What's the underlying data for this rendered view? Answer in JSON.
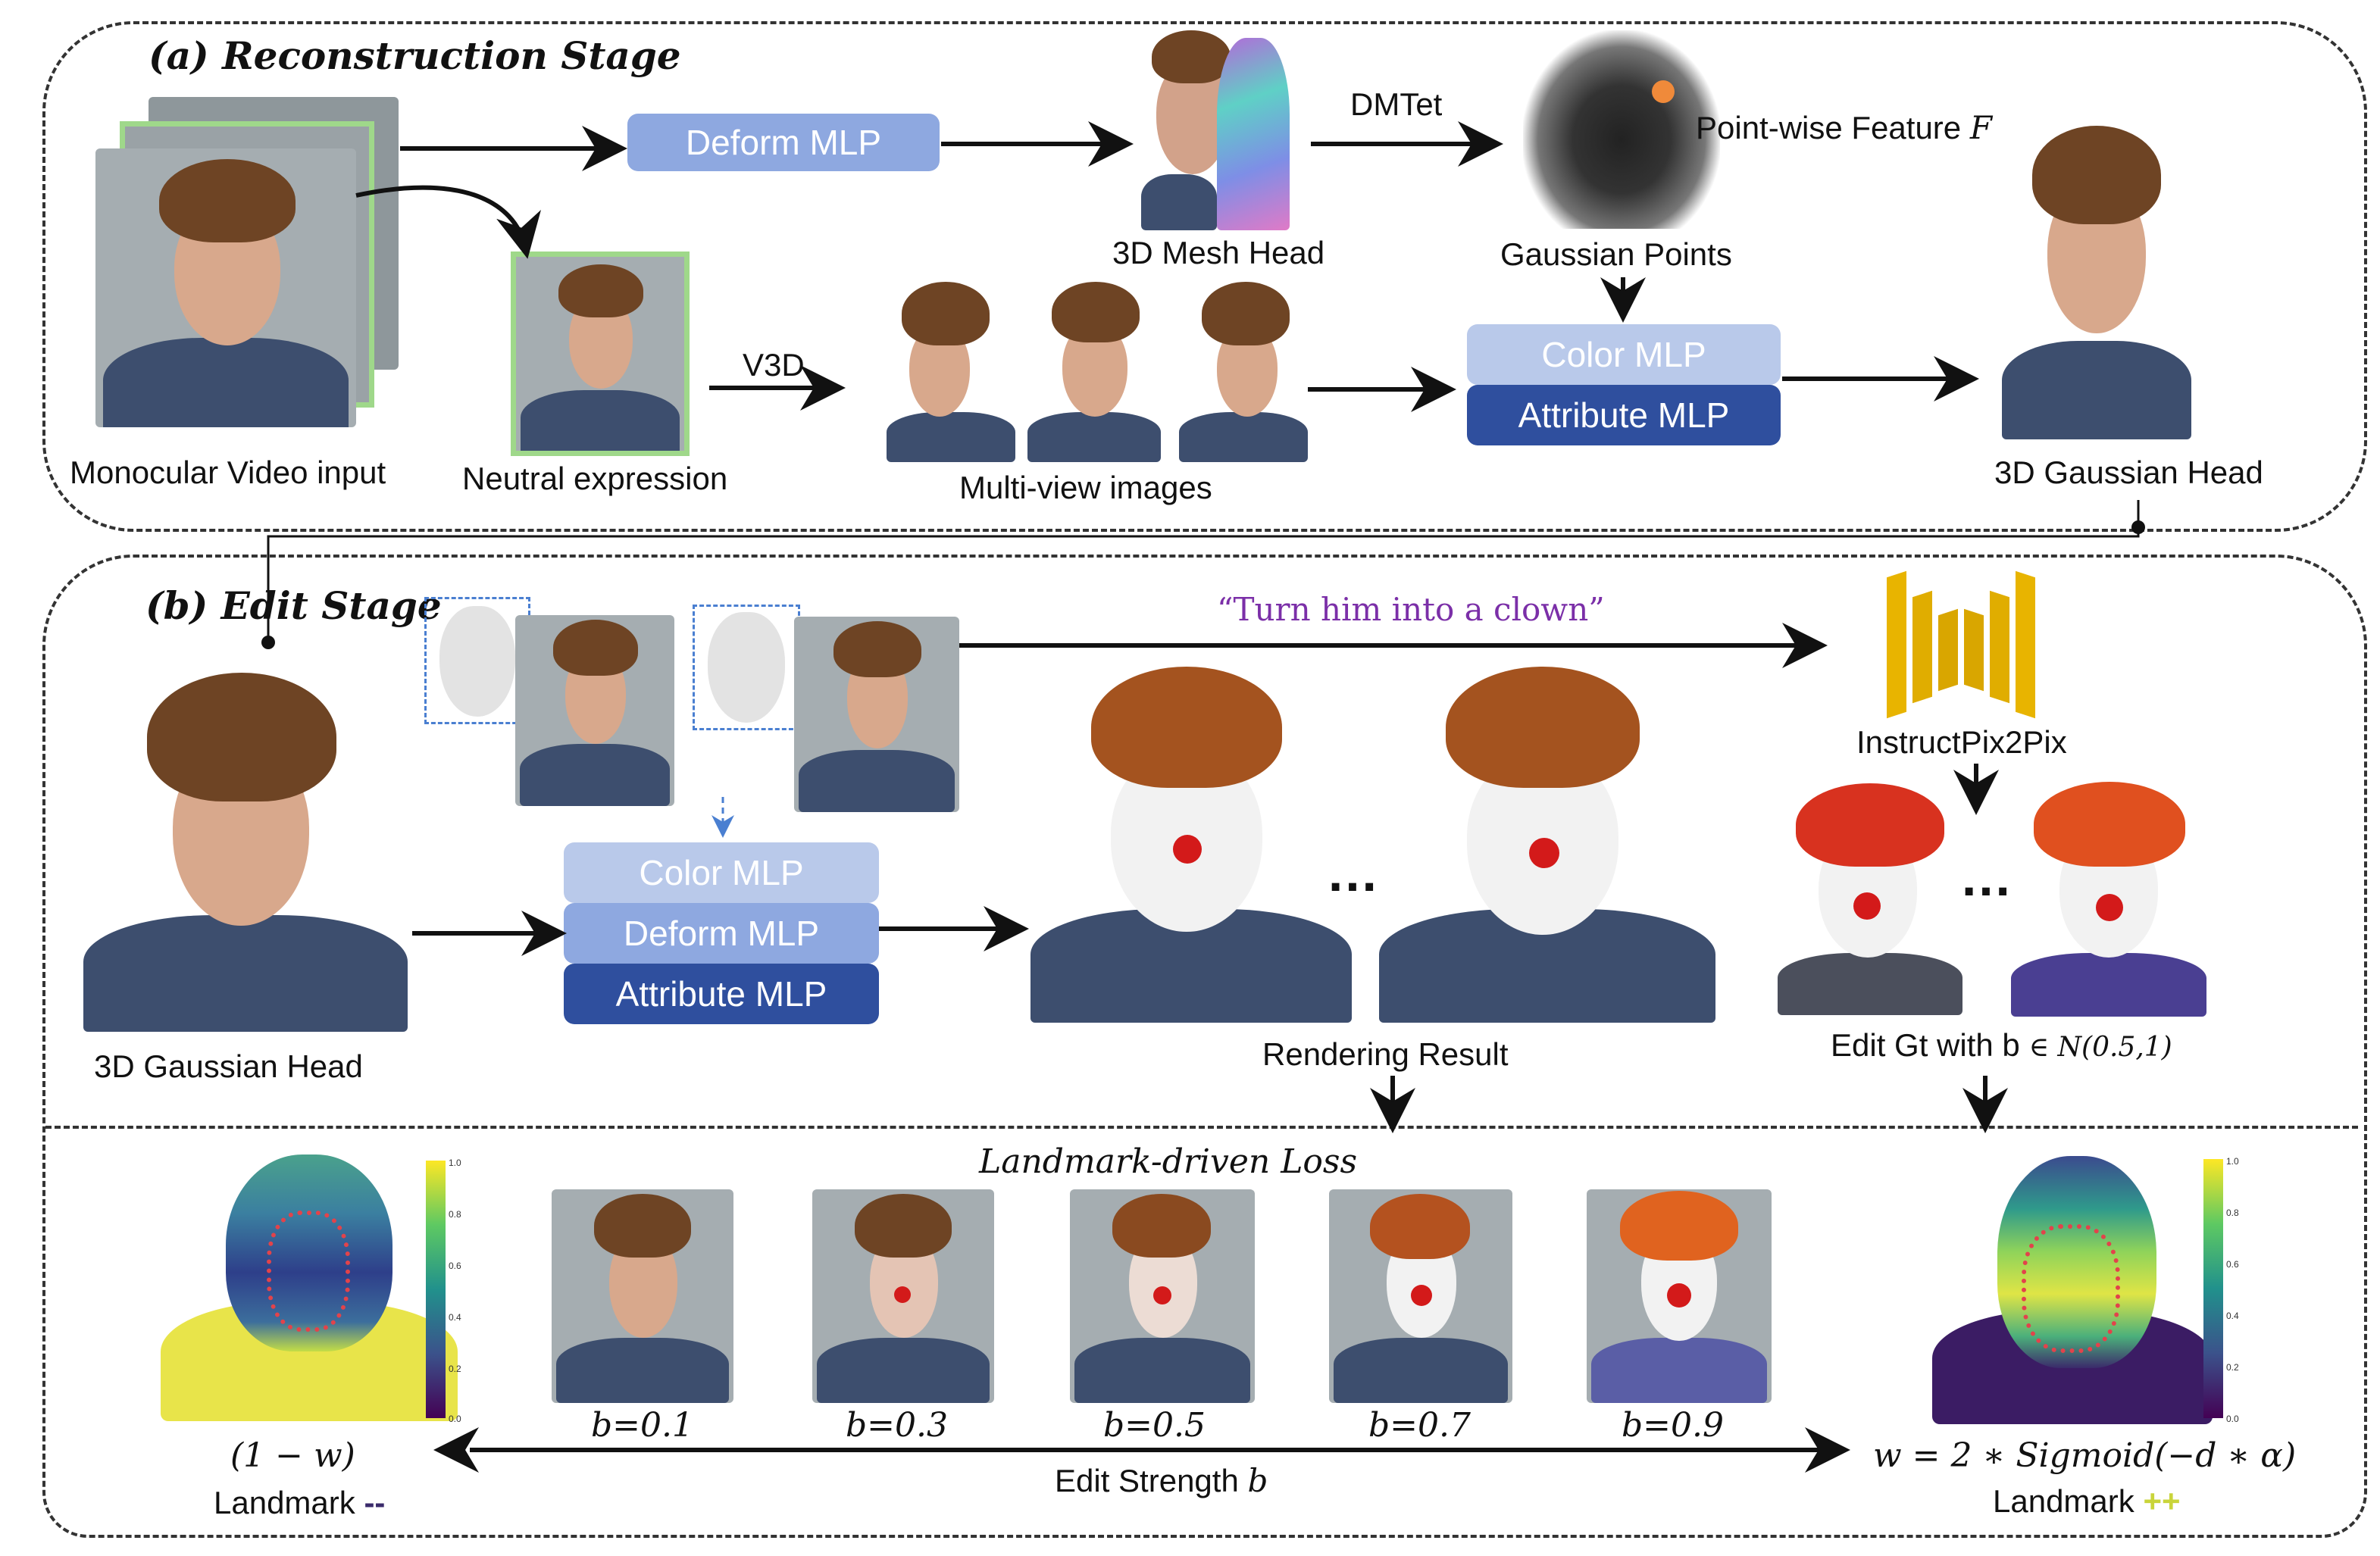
{
  "recon": {
    "title": "(a) Reconstruction Stage",
    "deform_mlp": "Deform MLP",
    "dmtet": "DMTet",
    "pointwise_feature": "Point-wise Feature",
    "feature_symbol": "F",
    "mesh_head": "3D Mesh Head",
    "gaussian_points": "Gaussian Points",
    "video_input": "Monocular Video input",
    "neutral": "Neutral expression",
    "v3d": "V3D",
    "multiview": "Multi-view images",
    "color_mlp": "Color MLP",
    "attribute_mlp": "Attribute MLP",
    "gaussian_head": "3D Gaussian Head"
  },
  "edit": {
    "title": "(b) Edit Stage",
    "prompt": "“Turn him into a clown”",
    "instructpix2pix": "InstructPix2Pix",
    "color_mlp": "Color MLP",
    "deform_mlp": "Deform MLP",
    "attribute_mlp": "Attribute MLP",
    "gaussian_head": "3D Gaussian Head",
    "rendering_result": "Rendering Result",
    "edit_gt": "Edit Gt with b",
    "edit_gt_dist": "∈ N(0.5,1)",
    "ellipsis": "…"
  },
  "loss": {
    "title": "Landmark-driven Loss",
    "left_formula": "(1 − w)",
    "left_landmark": "Landmark",
    "left_sign": "--",
    "right_formula": "w = 2 ∗ Sigmoid(−d ∗ α)",
    "right_landmark": "Landmark",
    "right_sign": "++",
    "axis_label": "Edit Strength",
    "axis_symbol": "b",
    "strengths": [
      "b=0.1",
      "b=0.3",
      "b=0.5",
      "b=0.7",
      "b=0.9"
    ],
    "colorbar_ticks": [
      "1.0",
      "0.8",
      "0.6",
      "0.4",
      "0.2",
      "0.0"
    ]
  },
  "colors": {
    "mlp_light": "#b9c9ea",
    "mlp_dark": "#2f4f9e",
    "prompt": "#7b2fa8",
    "instruct_block": "#e8b400",
    "landmark_minus": "#3a2a6b",
    "landmark_plus": "#c9d43a"
  }
}
